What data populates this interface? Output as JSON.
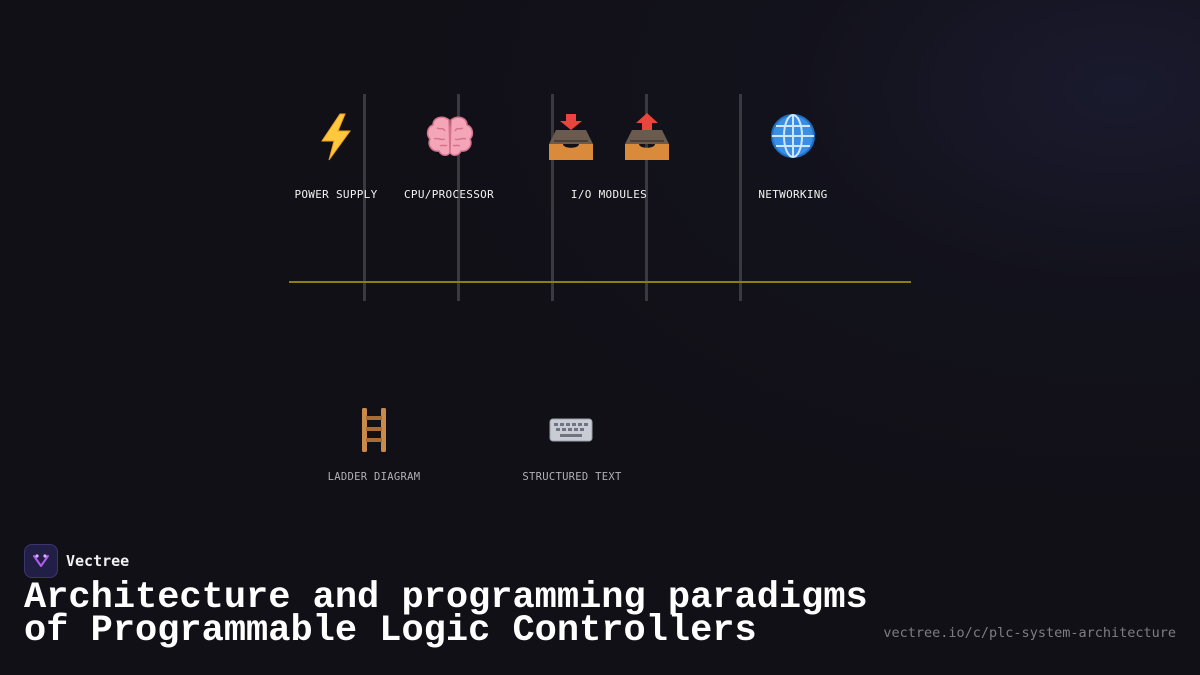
{
  "diagram": {
    "bus_color": "#8d7d12",
    "modules": [
      {
        "label": "POWER SUPPLY",
        "icon": "lightning-bolt-icon"
      },
      {
        "label": "CPU/PROCESSOR",
        "icon": "brain-icon"
      },
      {
        "label": "I/O MODULES",
        "icons": [
          "inbox-down-icon",
          "outbox-up-icon"
        ]
      },
      {
        "label": "NETWORKING",
        "icon": "globe-icon"
      }
    ],
    "languages": [
      {
        "label": "LADDER DIAGRAM",
        "icon": "ladder-icon"
      },
      {
        "label": "STRUCTURED TEXT",
        "icon": "keyboard-icon"
      }
    ]
  },
  "footer": {
    "brand": "Vectree",
    "title_line1": "Architecture and programming paradigms",
    "title_line2": "of Programmable Logic Controllers",
    "url": "vectree.io/c/plc-system-architecture"
  }
}
